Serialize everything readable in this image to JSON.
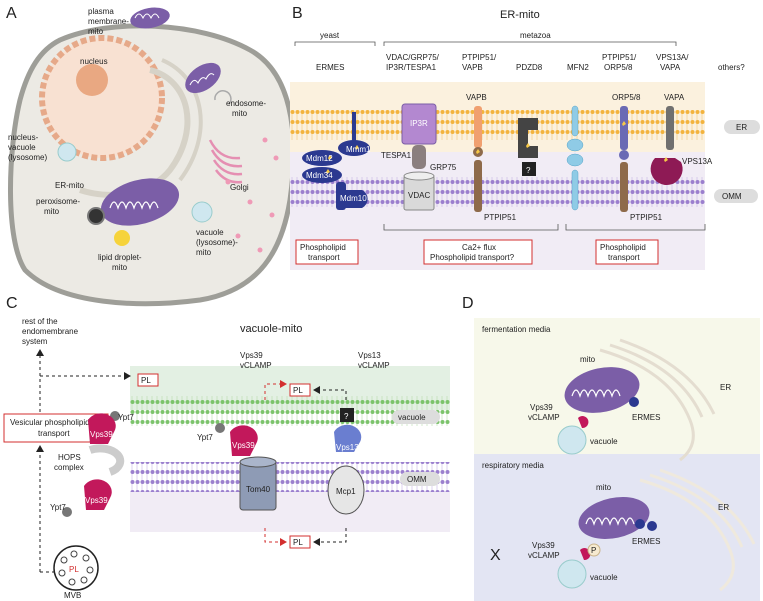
{
  "panels": {
    "a": {
      "letter": "A",
      "labels": {
        "plasma_membrane_mito": [
          "plasma",
          "membrane-",
          "mito"
        ],
        "nucleus": "nucleus",
        "endosome_mito": [
          "endosome-",
          "mito"
        ],
        "nucleus_vacuole": [
          "nucleus-",
          "vacuole",
          "(lysosome)"
        ],
        "er_mito": "ER-mito",
        "golgi": "Golgi",
        "peroxisome_mito": [
          "peroxisome-",
          "mito"
        ],
        "vacuole_mito": [
          "vacuole",
          "(lysosome)-",
          "mito"
        ],
        "lipid_droplet_mito": [
          "lipid droplet-",
          "mito"
        ]
      }
    },
    "b": {
      "letter": "B",
      "title": "ER-mito",
      "yeast": "yeast",
      "metazoa": "metazoa",
      "columns": [
        "ERMES",
        [
          "VDAC/GRP75/",
          "IP3R/TESPA1"
        ],
        [
          "PTPIP51/",
          "VAPB"
        ],
        "PDZD8",
        "MFN2",
        [
          "PTPIP51/",
          "ORP5/8"
        ],
        [
          "VPS13A/",
          "VAPA"
        ],
        "others?"
      ],
      "proteins": {
        "mmm1": "Mmm1",
        "mdm12": "Mdm12",
        "mdm34": "Mdm34",
        "mdm10": "Mdm10",
        "ip3r": "IP3R",
        "tespa1": "TESPA1",
        "grp75": "GRP75",
        "vdac": "VDAC",
        "vapb": "VAPB",
        "ptpip51_a": "PTPIP51",
        "pdzd8_q": "?",
        "orp58": "ORP5/8",
        "ptpip51_b": "PTPIP51",
        "vapa": "VAPA",
        "vps13a": "VPS13A"
      },
      "membranes": {
        "er": "ER",
        "omm": "OMM"
      },
      "functions": [
        "Phospholipid transport",
        "Ca2+ flux Phospholipid transport?",
        "Phospholipid transport"
      ],
      "functions_lines": [
        [
          "Phospholipid",
          "transport"
        ],
        [
          "Ca2+ flux",
          "Phospholipid transport?"
        ],
        [
          "Phospholipid",
          "transport"
        ]
      ]
    },
    "c": {
      "letter": "C",
      "title": "vacuole-mito",
      "rest": [
        "rest of the",
        "endomembrane",
        "system"
      ],
      "vesicular": [
        "Vesicular phospholipid",
        "transport"
      ],
      "pl": "PL",
      "vps39_vclamp": [
        "Vps39",
        "vCLAMP"
      ],
      "vps13_vclamp": [
        "Vps13",
        "vCLAMP"
      ],
      "vacuole": "vacuole",
      "omm": "OMM",
      "ypt7": "Ypt7",
      "vps39": "Vps39",
      "hops": [
        "HOPS",
        "complex"
      ],
      "tom40": "Tom40",
      "vps13": "Vps13",
      "mcp1": "Mcp1",
      "question": "?",
      "mvb": "MVB"
    },
    "d": {
      "letter": "D",
      "fermentation": "fermentation media",
      "respiratory": "respiratory media",
      "mito": "mito",
      "er": "ER",
      "vps39_vclamp": [
        "Vps39",
        "vCLAMP"
      ],
      "ermes": "ERMES",
      "vacuole": "vacuole",
      "p": "P",
      "x": "X"
    }
  },
  "colors": {
    "mito": "#7b5ea7",
    "vps39": "#c2185b",
    "ermes": "#2b3990",
    "er_band": "#fbf1de",
    "omm_band": "#f1ecf5",
    "vacuole_band": "#e3f0e3",
    "fermentation_bg": "#f7f8ea",
    "respiratory_bg": "#e3e5f3",
    "highlight_red": "#d32f2f"
  }
}
